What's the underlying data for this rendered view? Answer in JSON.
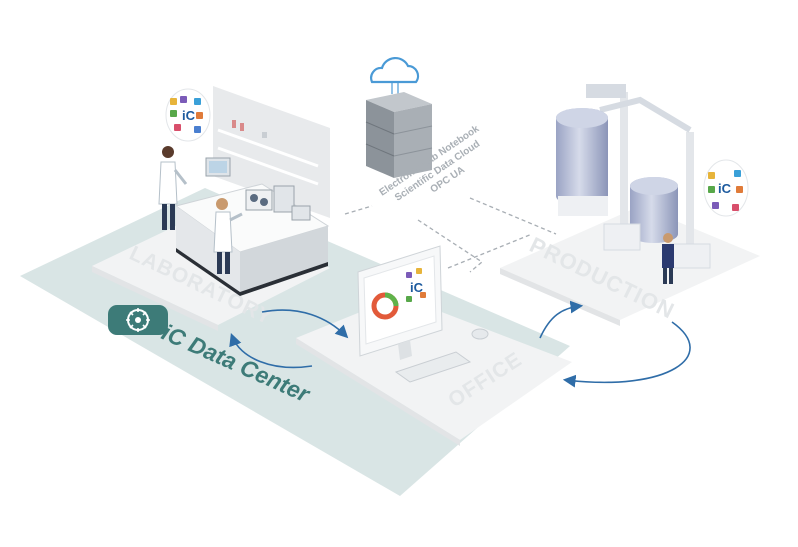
{
  "zones": {
    "laboratory": "LABORATORY",
    "production": "PRODUCTION",
    "office": "OFFICE"
  },
  "brand": {
    "name": "iC Data Center",
    "color": "#3d7b78"
  },
  "server": {
    "lines": [
      "Electronic Lab Notebook",
      "Scientific Data Cloud",
      "OPC UA"
    ]
  },
  "app_tile": {
    "text": "iC"
  },
  "icons": [
    "cloud-icon",
    "server-rack-icon",
    "ic-data-center-logo-icon",
    "app-grid-icon",
    "donut-chart-icon"
  ],
  "colors": {
    "platform": "#d9e5e5",
    "tile": "#f2f3f4",
    "arrow": "#2f6da8",
    "scientist_coat": "#ffffff",
    "tank": "#b8c0d8"
  }
}
